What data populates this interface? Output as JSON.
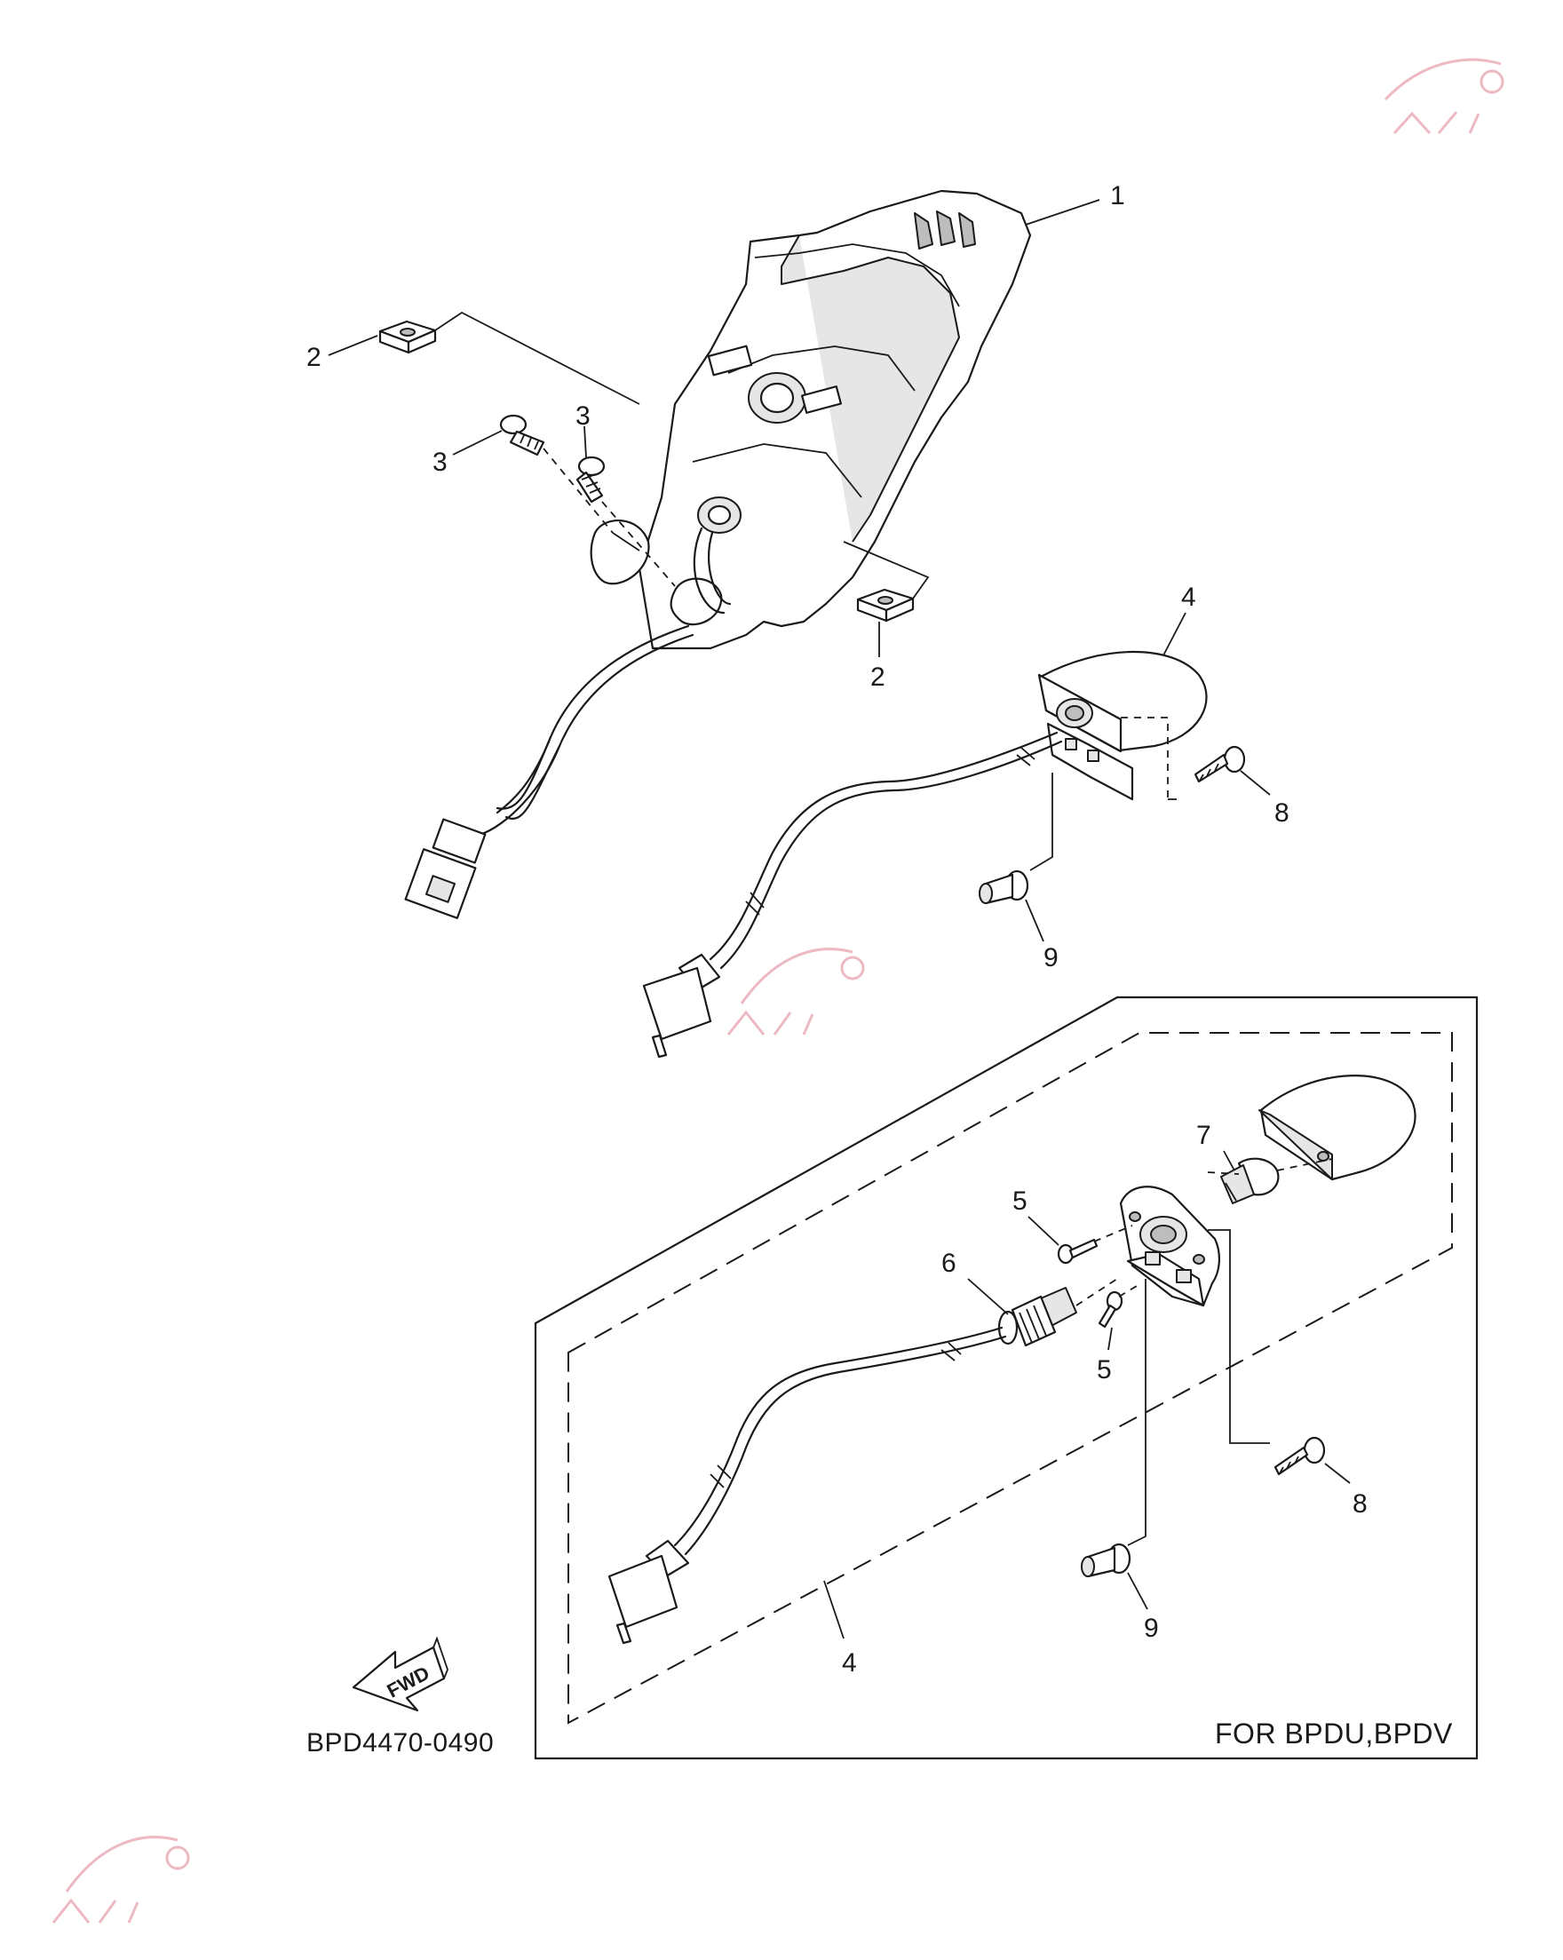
{
  "diagram_code": "BPD4470-0490",
  "variant_note": "FOR BPDU,BPDV",
  "fwd_label": "FWD",
  "callouts": {
    "c1": "1",
    "c2a": "2",
    "c2b": "2",
    "c3a": "3",
    "c3b": "3",
    "c4a": "4",
    "c4b": "4",
    "c5a": "5",
    "c5b": "5",
    "c6": "6",
    "c7": "7",
    "c8a": "8",
    "c8b": "8",
    "c9a": "9",
    "c9b": "9"
  },
  "colors": {
    "line": "#1a1a1a",
    "background": "#ffffff",
    "watermark": "#e9a7b3"
  }
}
